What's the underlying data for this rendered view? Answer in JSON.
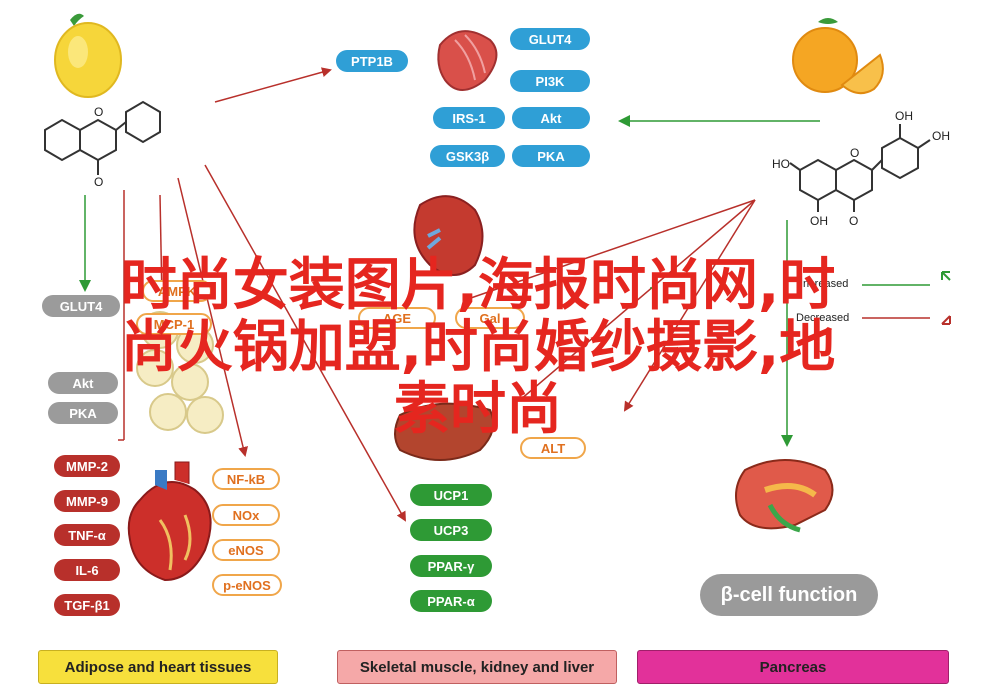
{
  "overlay": {
    "line1": "时尚女装图片,海报时尚网,时",
    "line2": "尚火锅加盟,时尚婚纱摄影,地",
    "line3": "素时尚"
  },
  "top_pills": {
    "ptp1b": "PTP1B",
    "glut4": "GLUT4",
    "pi3k": "PI3K",
    "irs1": "IRS-1",
    "akt": "Akt",
    "gsk3b": "GSK3β",
    "pka": "PKA"
  },
  "left_pills": {
    "glut4": "GLUT4",
    "amp": "AMPK",
    "mcp": "MCP-1",
    "akt": "Akt",
    "pka": "PKA"
  },
  "center_pills": {
    "age": "AGE",
    "gal": "Gal",
    "alt": "ALT"
  },
  "heart_pills": {
    "mmp2": "MMP-2",
    "mmp9": "MMP-9",
    "tnfa": "TNF-α",
    "il6": "IL-6",
    "tgfb1": "TGF-β1",
    "nfkb": "NF-kB",
    "nox": "NOx",
    "enos": "eNOS",
    "penos": "p-eNOS"
  },
  "muscle_pills": {
    "ucp1": "UCP1",
    "ucp3": "UCP3",
    "pparg": "PPAR-γ",
    "ppara": "PPAR-α"
  },
  "legend": {
    "increased": "Increased",
    "decreased": "Decreased"
  },
  "molecule_labels": {
    "ho1": "HO",
    "oh1": "OH",
    "oh2": "OH",
    "oh3": "OH",
    "o1": "O",
    "o2": "O",
    "o3": "O",
    "o4": "O"
  },
  "beta_cell": "β-cell function",
  "footers": {
    "adipose": "Adipose and heart tissues",
    "skeletal": "Skeletal muscle, kidney and liver",
    "pancreas": "Pancreas"
  },
  "colors": {
    "arrow_red": "#b8302b",
    "arrow_green": "#2e9a35",
    "pill_blue": "#2f9fd6",
    "overlay_red": "#e5261f"
  }
}
